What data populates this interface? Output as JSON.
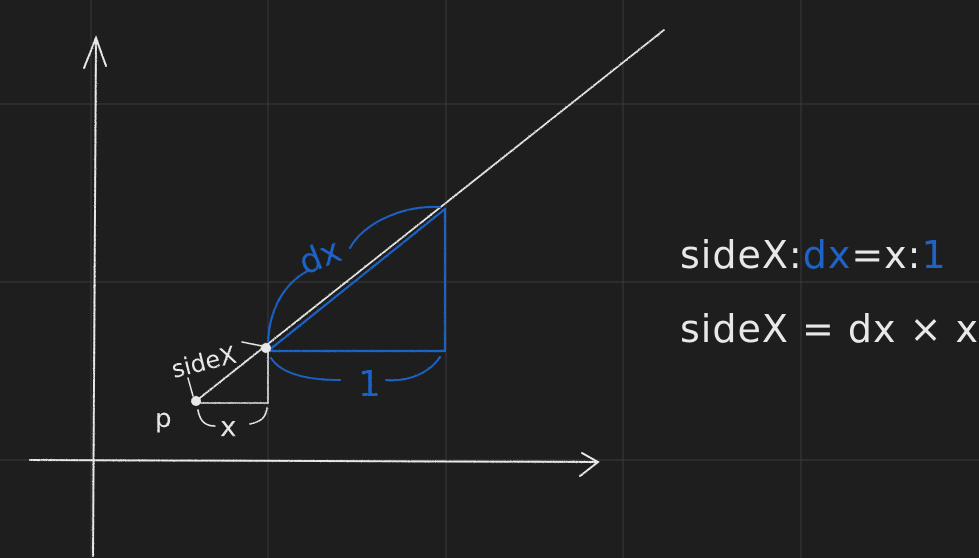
{
  "colors": {
    "background": "#1e1e1e",
    "grid": "#3a3a3a",
    "chalk_white": "#e8e8e8",
    "chalk_blue": "#1e64c8"
  },
  "diagram": {
    "labels": {
      "p": "p",
      "x": "x",
      "sidex": "sideX",
      "dx": "dx",
      "one": "1"
    }
  },
  "equations": {
    "line1": {
      "lhs": "sideX",
      "sep1": ":",
      "dx": "dx",
      "eq": "=",
      "x": "x",
      "sep2": ":",
      "one": "1"
    },
    "line2": {
      "lhs": "sideX",
      "eq": "=",
      "rhs": "dx × x"
    }
  }
}
